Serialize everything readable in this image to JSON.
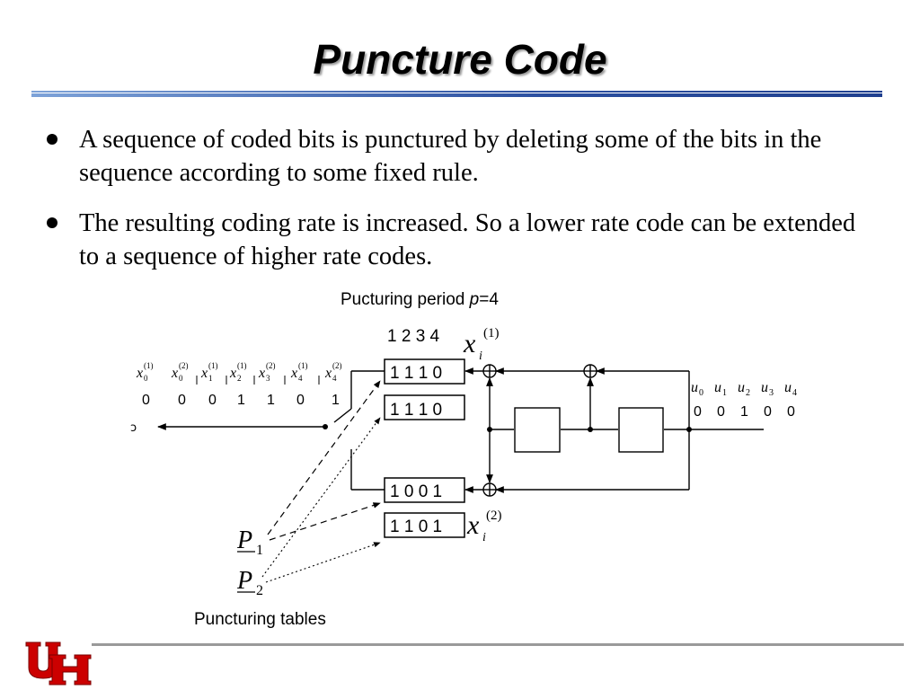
{
  "slide": {
    "title": "Puncture Code",
    "bullets": [
      "A sequence of coded bits is punctured by deleting some of the bits in the sequence according to some fixed rule.",
      "The resulting coding rate is increased. So a lower rate code can be extended to a sequence of higher rate codes."
    ]
  },
  "diagram": {
    "period_label": "Pucturing period p=4",
    "period_prefix": "Pucturing period ",
    "period_var": "p",
    "period_suffix": "=4",
    "column_header": "1 2 3 4",
    "tables_label": "Puncturing tables",
    "registers": [
      "1 1 1 0",
      "1 1 1 0",
      "1 0 0 1",
      "1 1 0 1"
    ],
    "output_labels": [
      {
        "base": "x",
        "sub": "i",
        "sup": "(1)"
      },
      {
        "base": "x",
        "sub": "i",
        "sup": "(2)"
      }
    ],
    "table_labels": [
      {
        "base": "P",
        "sub": "1"
      },
      {
        "base": "P",
        "sub": "2"
      }
    ],
    "coded_sequence": [
      {
        "sub": "0",
        "sup": "(1)",
        "bit": "0"
      },
      {
        "sub": "0",
        "sup": "(2)",
        "bit": "0"
      },
      {
        "sub": "1",
        "sup": "(1)",
        "bit": "0"
      },
      {
        "sub": "2",
        "sup": "(1)",
        "bit": "1"
      },
      {
        "sub": "3",
        "sup": "(2)",
        "bit": "1"
      },
      {
        "sub": "4",
        "sup": "(1)",
        "bit": "0"
      },
      {
        "sub": "4",
        "sup": "(2)",
        "bit": "1"
      }
    ],
    "input_sequence": [
      {
        "sub": "0",
        "bit": "0"
      },
      {
        "sub": "1",
        "bit": "0"
      },
      {
        "sub": "2",
        "bit": "1"
      },
      {
        "sub": "3",
        "bit": "0"
      },
      {
        "sub": "4",
        "bit": "0"
      }
    ]
  },
  "colors": {
    "rule_dark": "#1f3f8f",
    "rule_light": "#7da2d8",
    "logo_red": "#cc0000"
  }
}
